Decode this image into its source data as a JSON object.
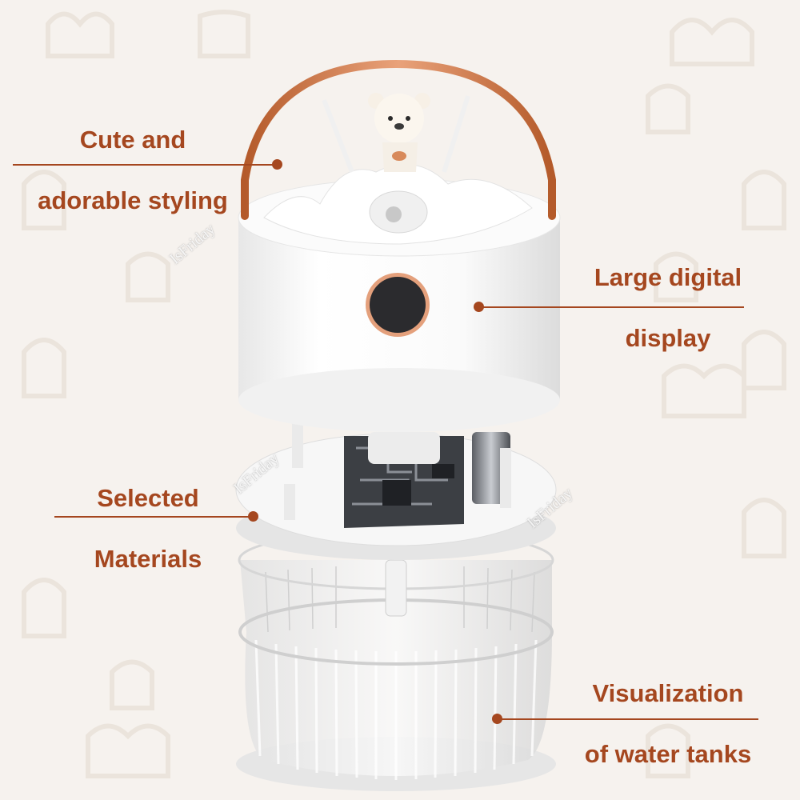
{
  "colors": {
    "background": "#f6f2ee",
    "accent": "#a5471f",
    "callout_text": "#a5471f",
    "handle": "#c9743f"
  },
  "callouts": [
    {
      "id": "cute",
      "lines": [
        "Cute and",
        "adorable styling"
      ]
    },
    {
      "id": "display",
      "lines": [
        "Large digital",
        "display"
      ]
    },
    {
      "id": "materials",
      "lines": [
        "Selected",
        "Materials"
      ]
    },
    {
      "id": "tank",
      "lines": [
        "Visualization",
        "of water tanks"
      ]
    }
  ],
  "watermark": "IsFriday",
  "product": {
    "parts": [
      "bear-figure",
      "copper-handle",
      "upper-housing",
      "digital-display",
      "inner-board",
      "water-tank"
    ]
  }
}
